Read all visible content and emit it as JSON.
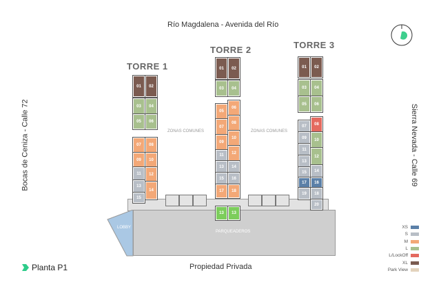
{
  "streets": {
    "top": "Río Magdalena - Avenida del Río",
    "bottom": "Propiedad Privada",
    "left": "Bocas de Ceniza - Calle 72",
    "right": "Sierra Nevada - Calle 69"
  },
  "towers": [
    {
      "name": "TORRE 1"
    },
    {
      "name": "TORRE 2"
    },
    {
      "name": "TORRE 3"
    }
  ],
  "zones": {
    "common": "ZONAS COMUNES",
    "parking": "PARQUEADEROS",
    "lobby": "LOBBY",
    "parking_units": [
      "13",
      "13"
    ]
  },
  "plan": {
    "title": "Planta P1",
    "icon": "plan-logo-icon"
  },
  "compass": "compass-icon",
  "colors": {
    "XS": "#5b80a8",
    "S": "#b8bec6",
    "M": "#f3a877",
    "L": "#a8c08e",
    "L/LockOff": "#e46a5f",
    "XL": "#7b5b50",
    "Park View": "#e3d3bd",
    "parking_green": "#7ccd5c",
    "platform": "#cfcfcf",
    "lobby": "#aac8e4"
  },
  "legend": [
    {
      "label": "XS",
      "type": "XS"
    },
    {
      "label": "S",
      "type": "S"
    },
    {
      "label": "M",
      "type": "M"
    },
    {
      "label": "L",
      "type": "L"
    },
    {
      "label": "L/LockOff",
      "type": "L/LockOff"
    },
    {
      "label": "XL",
      "type": "XL"
    },
    {
      "label": "Park View",
      "type": "Park View"
    }
  ],
  "units": {
    "t1": [
      [
        "01",
        "XL"
      ],
      [
        "02",
        "XL"
      ],
      [
        "03",
        "L"
      ],
      [
        "04",
        "L"
      ],
      [
        "05",
        "L"
      ],
      [
        "06",
        "L"
      ],
      [
        "07",
        "M"
      ],
      [
        "08",
        "M"
      ],
      [
        "09",
        "M"
      ],
      [
        "10",
        "M"
      ],
      [
        "11",
        "S"
      ],
      [
        "12",
        "M"
      ],
      [
        "13",
        "S"
      ],
      [
        "14",
        "M"
      ],
      [
        "15",
        "S"
      ]
    ],
    "t2": [
      [
        "01",
        "XL"
      ],
      [
        "02",
        "XL"
      ],
      [
        "03",
        "L"
      ],
      [
        "04",
        "L"
      ],
      [
        "05",
        "M"
      ],
      [
        "06",
        "M"
      ],
      [
        "07",
        "M"
      ],
      [
        "08",
        "M"
      ],
      [
        "09",
        "M"
      ],
      [
        "10",
        "M"
      ],
      [
        "11",
        "S"
      ],
      [
        "12",
        "M"
      ],
      [
        "13",
        "S"
      ],
      [
        "14",
        "S"
      ],
      [
        "15",
        "S"
      ],
      [
        "16",
        "S"
      ],
      [
        "17",
        "M"
      ],
      [
        "18",
        "M"
      ]
    ],
    "t3": [
      [
        "01",
        "XL"
      ],
      [
        "02",
        "XL"
      ],
      [
        "03",
        "L"
      ],
      [
        "04",
        "L"
      ],
      [
        "05",
        "L"
      ],
      [
        "06",
        "L"
      ],
      [
        "07",
        "S"
      ],
      [
        "08",
        "L/LockOff"
      ],
      [
        "09",
        "S"
      ],
      [
        "10",
        "L"
      ],
      [
        "11",
        "S"
      ],
      [
        "12",
        "L"
      ],
      [
        "13",
        "S"
      ],
      [
        "14",
        "S"
      ],
      [
        "15",
        "S"
      ],
      [
        "16",
        "XS"
      ],
      [
        "17",
        "XS"
      ],
      [
        "18",
        "S"
      ],
      [
        "19",
        "S"
      ],
      [
        "20",
        "S"
      ]
    ]
  }
}
